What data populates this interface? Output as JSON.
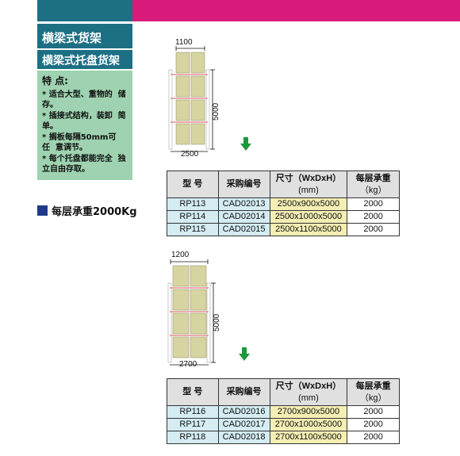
{
  "sidebar": {
    "title": "横梁式货架",
    "subtitle": "横梁式托盘货架",
    "features_heading": "特  点:",
    "features": [
      "* 适合大型、重物的  储存。",
      "* 插接式结构，装卸  简单。",
      "* 搁板每隔50mm可任  意调节。",
      "* 每个托盘都能完全  独立自由存取。"
    ],
    "load_label": "每层承重2000Kg"
  },
  "colors": {
    "accent": "#d81b7a",
    "teal": "#1d6f84",
    "mint": "#9ed2b0",
    "navy": "#1f3a8a",
    "arrow": "#1a9a3a"
  },
  "diagram1": {
    "depth": "1100",
    "height": "5000",
    "width": "2500"
  },
  "diagram2": {
    "depth": "1200",
    "height": "5000",
    "width": "2700"
  },
  "table_headers": {
    "model": "型  号",
    "code": "采购编号",
    "size": "尺寸（WxDxH）",
    "size_unit": "(mm)",
    "load": "每层承重",
    "load_unit": "（kg）"
  },
  "table1": [
    {
      "model": "RP113",
      "code": "CAD02013",
      "size": "2500x900x5000",
      "load": "2000"
    },
    {
      "model": "RP114",
      "code": "CAD02014",
      "size": "2500x1000x5000",
      "load": "2000"
    },
    {
      "model": "RP115",
      "code": "CAD02015",
      "size": "2500x1100x5000",
      "load": "2000"
    }
  ],
  "table2": [
    {
      "model": "RP116",
      "code": "CAD02016",
      "size": "2700x900x5000",
      "load": "2000"
    },
    {
      "model": "RP117",
      "code": "CAD02017",
      "size": "2700x1000x5000",
      "load": "2000"
    },
    {
      "model": "RP118",
      "code": "CAD02018",
      "size": "2700x1100x5000",
      "load": "2000"
    }
  ]
}
